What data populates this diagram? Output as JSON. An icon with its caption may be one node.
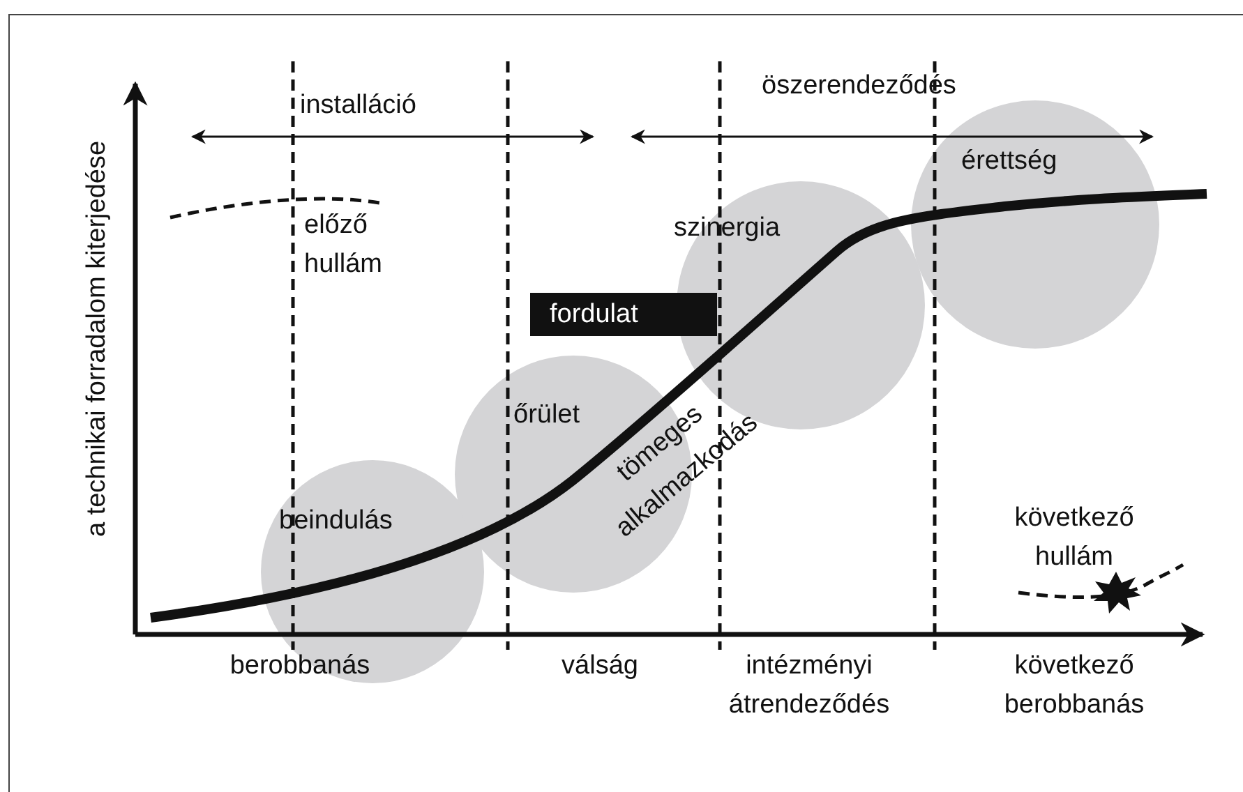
{
  "diagram": {
    "nodes": [
      {
        "text": [
          "beindulás"
        ]
      },
      {
        "text": [
          "őrület"
        ]
      },
      {
        "text": [
          "szinergia"
        ]
      },
      {
        "text": [
          "érettség"
        ]
      },
      {
        "text": [
          "fordulat"
        ]
      }
    ],
    "labels": [
      "installáció",
      "öszerendeződés",
      "a technikai forradalom kiterjedése",
      "előző hullám",
      "tömeges alkalmazkodás",
      "következő hullám",
      "berobbanás",
      "válság",
      "intézményi átrendeződés",
      "következő berobbanás"
    ]
  }
}
